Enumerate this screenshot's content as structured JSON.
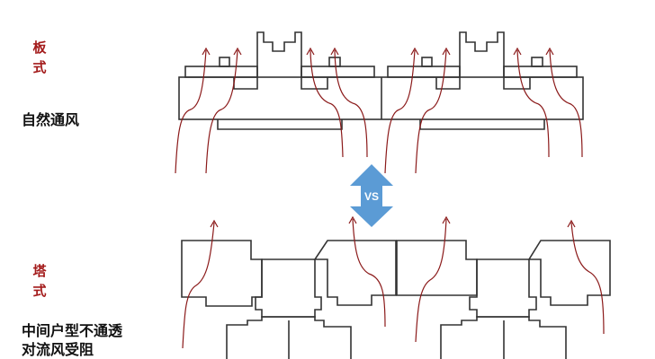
{
  "top_section": {
    "type_label_1": "板",
    "type_label_2": "式",
    "description": "自然通风"
  },
  "bottom_section": {
    "type_label_1": "塔",
    "type_label_2": "式",
    "description_line1": "中间户型不通透",
    "description_line2": "对流风受阻"
  },
  "comparison": {
    "label": "VS",
    "color": "#5b9bd5"
  },
  "colors": {
    "accent_red": "#a31a1a",
    "airflow": "#8b1a1a"
  }
}
